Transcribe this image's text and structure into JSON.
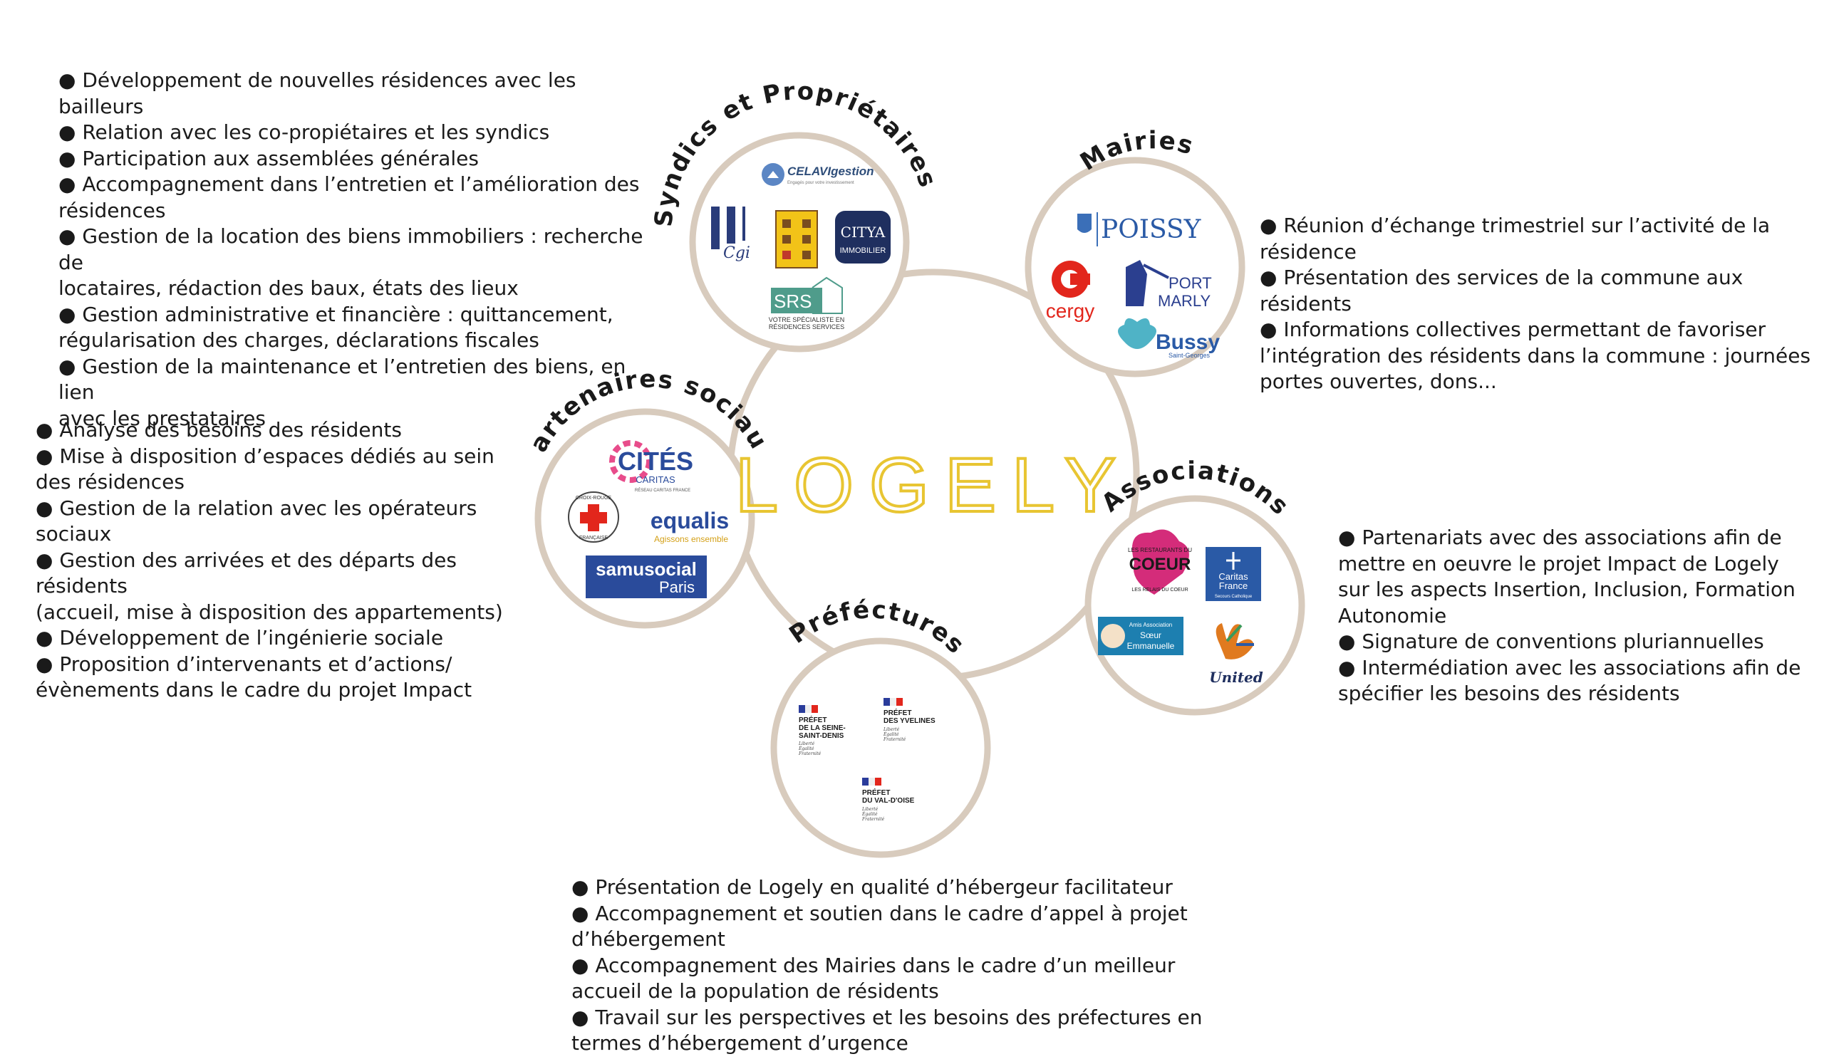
{
  "center": {
    "title": "LOGELY"
  },
  "nodes": {
    "syndics": {
      "label": "Syndics et Propriétaires"
    },
    "mairies": {
      "label": "Mairies"
    },
    "partenaires": {
      "label": "Partenaires sociaux"
    },
    "associations": {
      "label": "Associations"
    },
    "prefectures": {
      "label": "Préféctures"
    }
  },
  "logos": {
    "celavi": "CELAVIgestion",
    "celavi_sub": "Engagés pour votre investissement",
    "cgi": "Cgi",
    "citya_1": "CITYA",
    "citya_2": "IMMOBILIER",
    "srs": "SRS",
    "srs_sub1": "VOTRE SPÉCIALISTE EN",
    "srs_sub2": "RÉSIDENCES SERVICES",
    "poissy": "POISSY",
    "cergy": "cergy",
    "port_1": "PORT",
    "port_2": "MARLY",
    "bussy": "Bussy",
    "bussy_sub": "Saint-Georges",
    "cites_1": "CITÉS",
    "cites_2": "CARITAS",
    "cites_3": "RÉSEAU CARITAS FRANCE",
    "croix_1": "CROIX-ROUGE",
    "croix_2": "FRANÇAISE",
    "equalis": "equalis",
    "equalis_sub": "Agissons ensemble",
    "samu_1": "samusocial",
    "samu_2": "Paris",
    "restos_1": "LES RESTAURANTS DU",
    "restos_2": "COEUR",
    "restos_3": "LES RELAIS DU COEUR",
    "caritas_1": "Caritas",
    "caritas_2": "France",
    "caritas_3": "Secours Catholique",
    "emmanuelle_1": "Amis Association",
    "emmanuelle_2": "Sœur",
    "emmanuelle_3": "Emmanuelle",
    "united": "United",
    "pref93": [
      "PRÉFET",
      "DE LA SEINE-",
      "SAINT-DENIS"
    ],
    "pref78": [
      "PRÉFET",
      "DES YVELINES"
    ],
    "pref95": [
      "PRÉFET",
      "DU VAL-D'OISE"
    ],
    "devise": [
      "Liberté",
      "Égalité",
      "Fraternité"
    ]
  },
  "texts": {
    "syndics": [
      "● Développement de nouvelles résidences avec les bailleurs",
      "● Relation avec les co-propiétaires et les syndics",
      "● Participation aux assemblées générales",
      "● Accompagnement dans l’entretien et l’amélioration des",
      "résidences",
      "● Gestion de la location des biens immobiliers : recherche de",
      "locataires, rédaction des baux, états des lieux",
      "● Gestion administrative et financière : quittancement,",
      "régularisation des charges, déclarations fiscales",
      "● Gestion de la maintenance et l’entretien des biens, en lien",
      "avec les prestataires"
    ],
    "mairies": [
      "● Réunion d’échange trimestriel sur l’activité de la",
      "résidence",
      "● Présentation des services de la commune aux résidents",
      "● Informations collectives permettant de favoriser",
      "l’intégration des résidents dans la commune : journées",
      "portes ouvertes, dons..."
    ],
    "partenaires": [
      "● Analyse des besoins des résidents",
      "● Mise à disposition d’espaces dédiés au sein",
      "des résidences",
      "● Gestion de la relation avec les opérateurs",
      "sociaux",
      "● Gestion des arrivées et des départs des résidents",
      "(accueil, mise à disposition des appartements)",
      "● Développement de l’ingénierie sociale",
      "● Proposition d’intervenants et d’actions/",
      "évènements dans le cadre du projet Impact"
    ],
    "associations": [
      "● Partenariats avec des associations afin de",
      "mettre en oeuvre le projet Impact de Logely",
      "sur les aspects Insertion, Inclusion, Formation",
      "Autonomie",
      "● Signature de conventions pluriannuelles",
      "● Intermédiation avec les associations afin de",
      "spécifier les besoins des résidents"
    ],
    "prefectures": [
      "● Présentation de Logely en qualité d’hébergeur facilitateur",
      "● Accompagnement et soutien dans le cadre d’appel à projet",
      "d’hébergement",
      "● Accompagnement des Mairies dans le cadre d’un meilleur",
      "accueil de la population de résidents",
      "● Travail sur les perspectives et les besoins des préfectures en",
      "termes d’hébergement d’urgence"
    ]
  },
  "colors": {
    "ring": "#d8cbbd",
    "logely": "#e8c532",
    "text": "#1a1a1a"
  }
}
